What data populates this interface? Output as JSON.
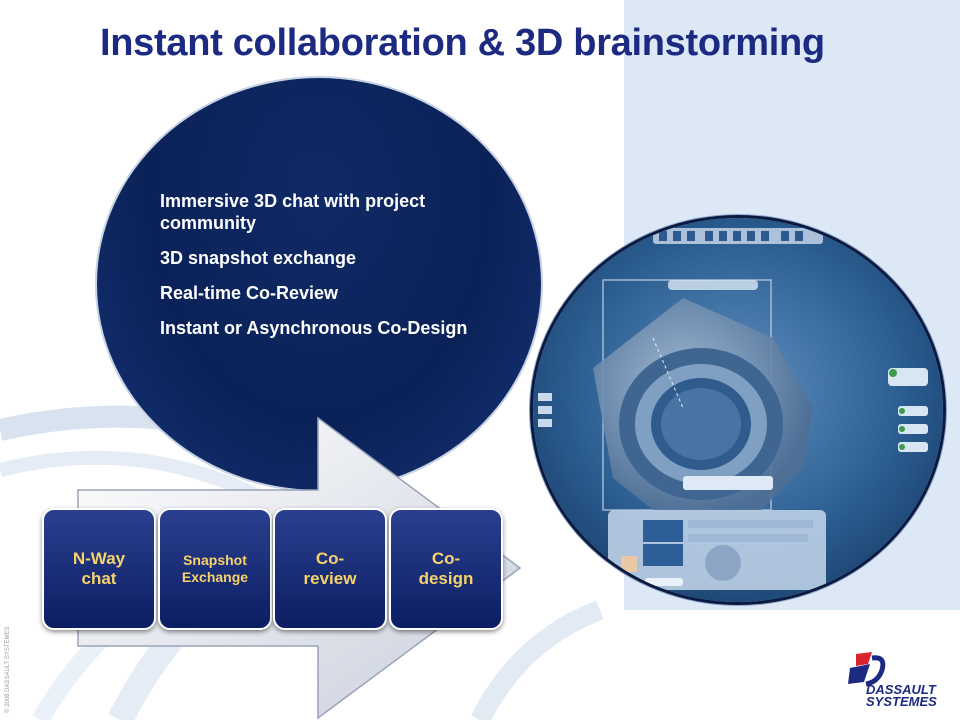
{
  "slide": {
    "title": "Instant collaboration & 3D brainstorming",
    "bullets": [
      "Immersive 3D chat with project community",
      "3D snapshot exchange",
      "Real-time  Co-Review",
      "Instant or Asynchronous Co-Design"
    ],
    "stages": [
      {
        "line1": "N-Way",
        "line2": "chat"
      },
      {
        "line1": "Snapshot",
        "line2": "Exchange"
      },
      {
        "line1": "Co-",
        "line2": "review"
      },
      {
        "line1": "Co-",
        "line2": "design"
      }
    ],
    "copyright": "© 2008 DASSAULT SYSTEMES",
    "logo": {
      "line1": "DASSAULT",
      "line2": "SYSTEMES"
    }
  },
  "colors": {
    "title": "#1c2a82",
    "circle": "#0b2258",
    "stage_fill": "#0c1e63",
    "stage_text": "#f6d36a",
    "right_panel": "#dce8f6"
  }
}
